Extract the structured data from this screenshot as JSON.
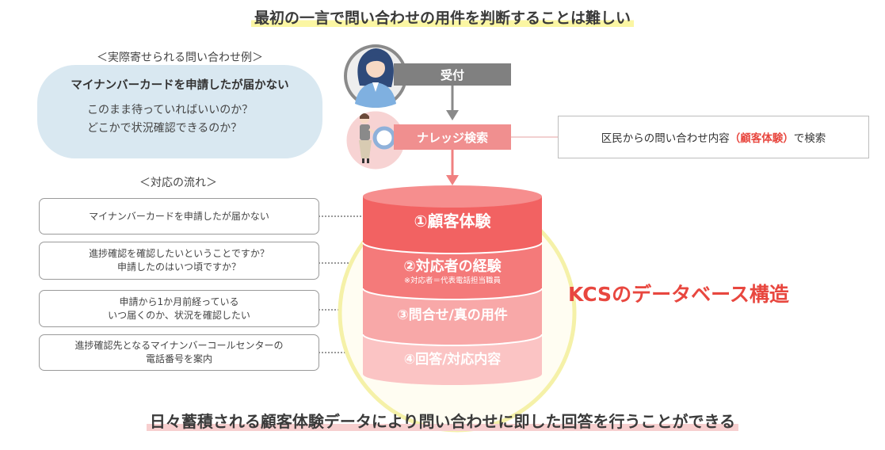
{
  "title": "最初の一言で問い合わせの用件を判断することは難しい",
  "example": {
    "label": "＜実際寄せられる問い合わせ例＞",
    "heading": "マイナンバーカードを申請したが届かない",
    "line1": "このまま待っていればいいのか？",
    "line2": "どこかで状況確認できるのか？"
  },
  "flow": {
    "label": "＜対応の流れ＞",
    "items": [
      {
        "line1": "マイナンバーカードを申請したが届かない",
        "line2": ""
      },
      {
        "line1": "進捗確認を確認したいということですか？",
        "line2": "申請したのはいつ頃ですか？"
      },
      {
        "line1": "申請から1か月前経っている",
        "line2": "いつ届くのか、状況を確認したい"
      },
      {
        "line1": "進捗確認先となるマイナンバーコールセンターの",
        "line2": "電話番号を案内"
      }
    ]
  },
  "process": {
    "reception": "受付",
    "knowledge_search": "ナレッジ検索",
    "search_note_before": "区民からの問い合わせ内容",
    "search_note_highlight": "（顧客体験）",
    "search_note_after": "で検索"
  },
  "database": {
    "layers": [
      {
        "label": "①顧客体験",
        "note": ""
      },
      {
        "label": "②対応者の経験",
        "note": "※対応者＝代表電話担当職員"
      },
      {
        "label": "③問合せ/真の用件",
        "note": ""
      },
      {
        "label": "④回答/対応内容",
        "note": ""
      }
    ],
    "colors": [
      "#f26262",
      "#f47a7a",
      "#f8a8a8",
      "#fbc4c4"
    ]
  },
  "kcs_label": "KCSのデータベース構造",
  "footer": "日々蓄積される顧客体験データにより問い合わせに即した回答を行うことができる"
}
